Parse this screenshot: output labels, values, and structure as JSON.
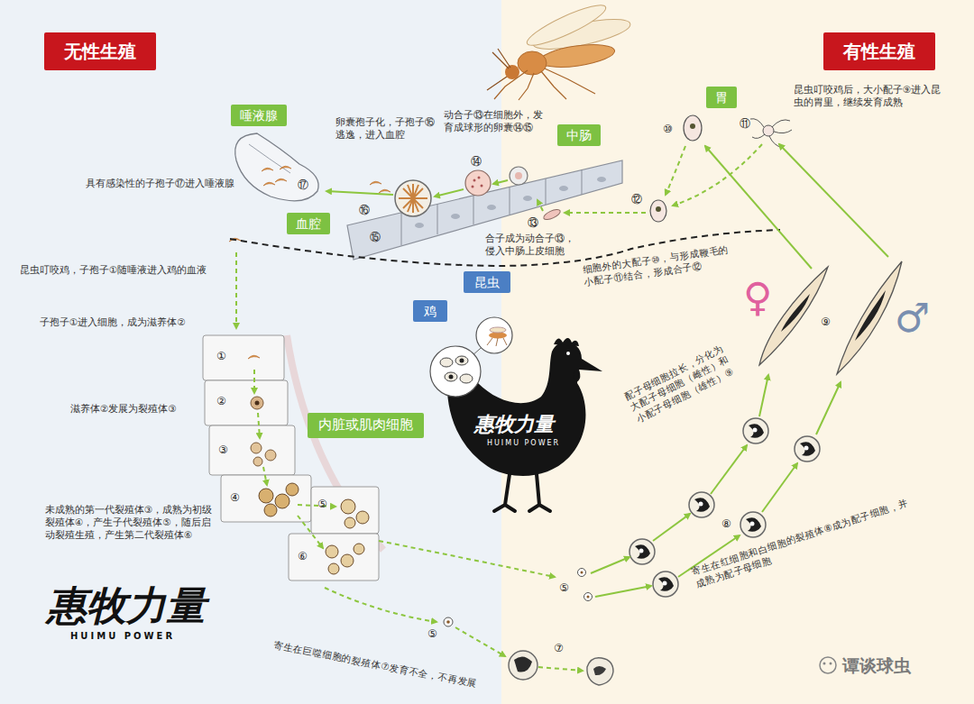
{
  "diagram": {
    "nodes": [
      {
        "text": [
          "无性生殖"
        ]
      },
      {
        "text": [
          "有性生殖"
        ]
      },
      {
        "text": [
          "唾液腺"
        ]
      },
      {
        "text": [
          "中肠"
        ]
      },
      {
        "text": [
          "血腔"
        ]
      },
      {
        "text": [
          "胃"
        ]
      },
      {
        "text": [
          "昆虫"
        ]
      },
      {
        "text": [
          "鸡"
        ]
      },
      {
        "text": [
          "内脏或肌肉细胞"
        ]
      }
    ],
    "labels": [
      "卵囊孢子化，子孢子⑯逃逸，进入血腔",
      "动合子⑬在细胞外，发育成球形的卵囊⑭⑮",
      "具有感染性的子孢子⑰进入唾液腺",
      "合子成为动合子⑬，侵入中肠上皮细胞",
      "细胞外的大配子⑩，与形成鞭毛的小配子⑪结合，形成合子⑫",
      "昆虫叮咬鸡后，大小配子⑨进入昆虫的胃里，继续发育成熟",
      "昆虫叮咬鸡，子孢子①随唾液进入鸡的血液",
      "子孢子①进入细胞，成为滋养体②",
      "滋养体②发展为裂殖体③",
      "未成熟的第一代裂殖体③，成熟为初级裂殖体④，产生子代裂殖体⑤，随后启动裂殖生殖，产生第二代裂殖体⑥",
      "配子母细胞拉长，分化为大配子母细胞（雌性）和小配子母细胞（雄性）⑨",
      "寄生在红细胞和白细胞的裂殖体⑧成为配子细胞，并成熟为配子母细胞",
      "寄生在巨噬细胞的裂殖体⑦发育不全，不再发展",
      "⑩",
      "⑪",
      "⑫",
      "⑬",
      "⑭",
      "⑮",
      "⑯",
      "⑰",
      "①",
      "②",
      "③",
      "④",
      "⑤",
      "⑥",
      "⑤",
      "⑤",
      "⑦",
      "⑧",
      "⑨",
      "♀",
      "♂",
      "惠牧力量",
      "HUIMU POWER",
      "惠牧力量",
      "HUIMU POWER",
      "谭谈球虫"
    ]
  }
}
